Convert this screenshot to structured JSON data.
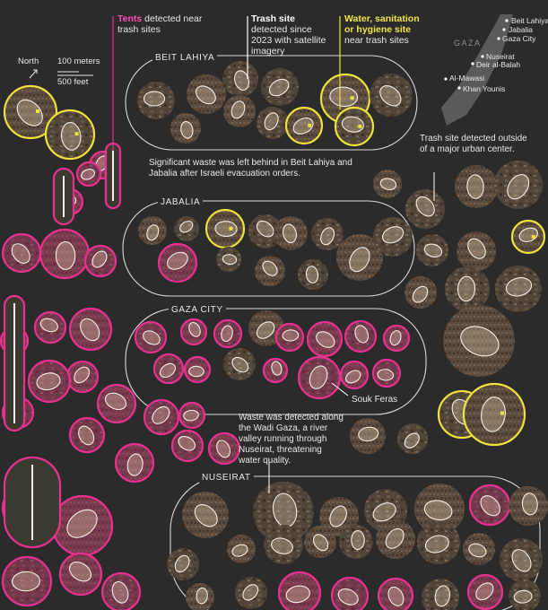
{
  "legend": {
    "tents_term": "Tents",
    "tents_rest": "detected near trash sites",
    "trash_term": "Trash site",
    "trash_rest": "detected since 2023 with satellite imagery",
    "water_term": "Water, sanitation or hygiene site",
    "water_rest": "near trash sites",
    "north": "North",
    "scale_m": "100 meters",
    "scale_ft": "500 feet"
  },
  "regions": {
    "beit_lahiya": "BEIT LAHIYA",
    "jabalia": "JABALIA",
    "gaza_city": "GAZA CITY",
    "nuseirat": "NUSEIRAT"
  },
  "annotations": {
    "waste_left": "Significant waste was left behind in Beit Lahiya and Jabalia after Israeli evacuation orders.",
    "outside_center": "Trash site detected outside of a major urban center.",
    "souk": "Souk Feras",
    "wadi": "Waste was detected along the Wadi Gaza, a river valley running through Nuseirat, threatening water quality."
  },
  "locator": {
    "label": "GAZA",
    "cities": [
      "Beit Lahiya",
      "Jabalia",
      "Gaza City",
      "Nuseirat",
      "Deir al-Balah",
      "Al-Mawasi",
      "Khan Younis"
    ]
  },
  "colors": {
    "background": "#2b2b2b",
    "tents": "#e8318f",
    "water": "#f0e23c",
    "trash_outline": "#f4efe6",
    "group_outline": "#d9d9d9"
  }
}
